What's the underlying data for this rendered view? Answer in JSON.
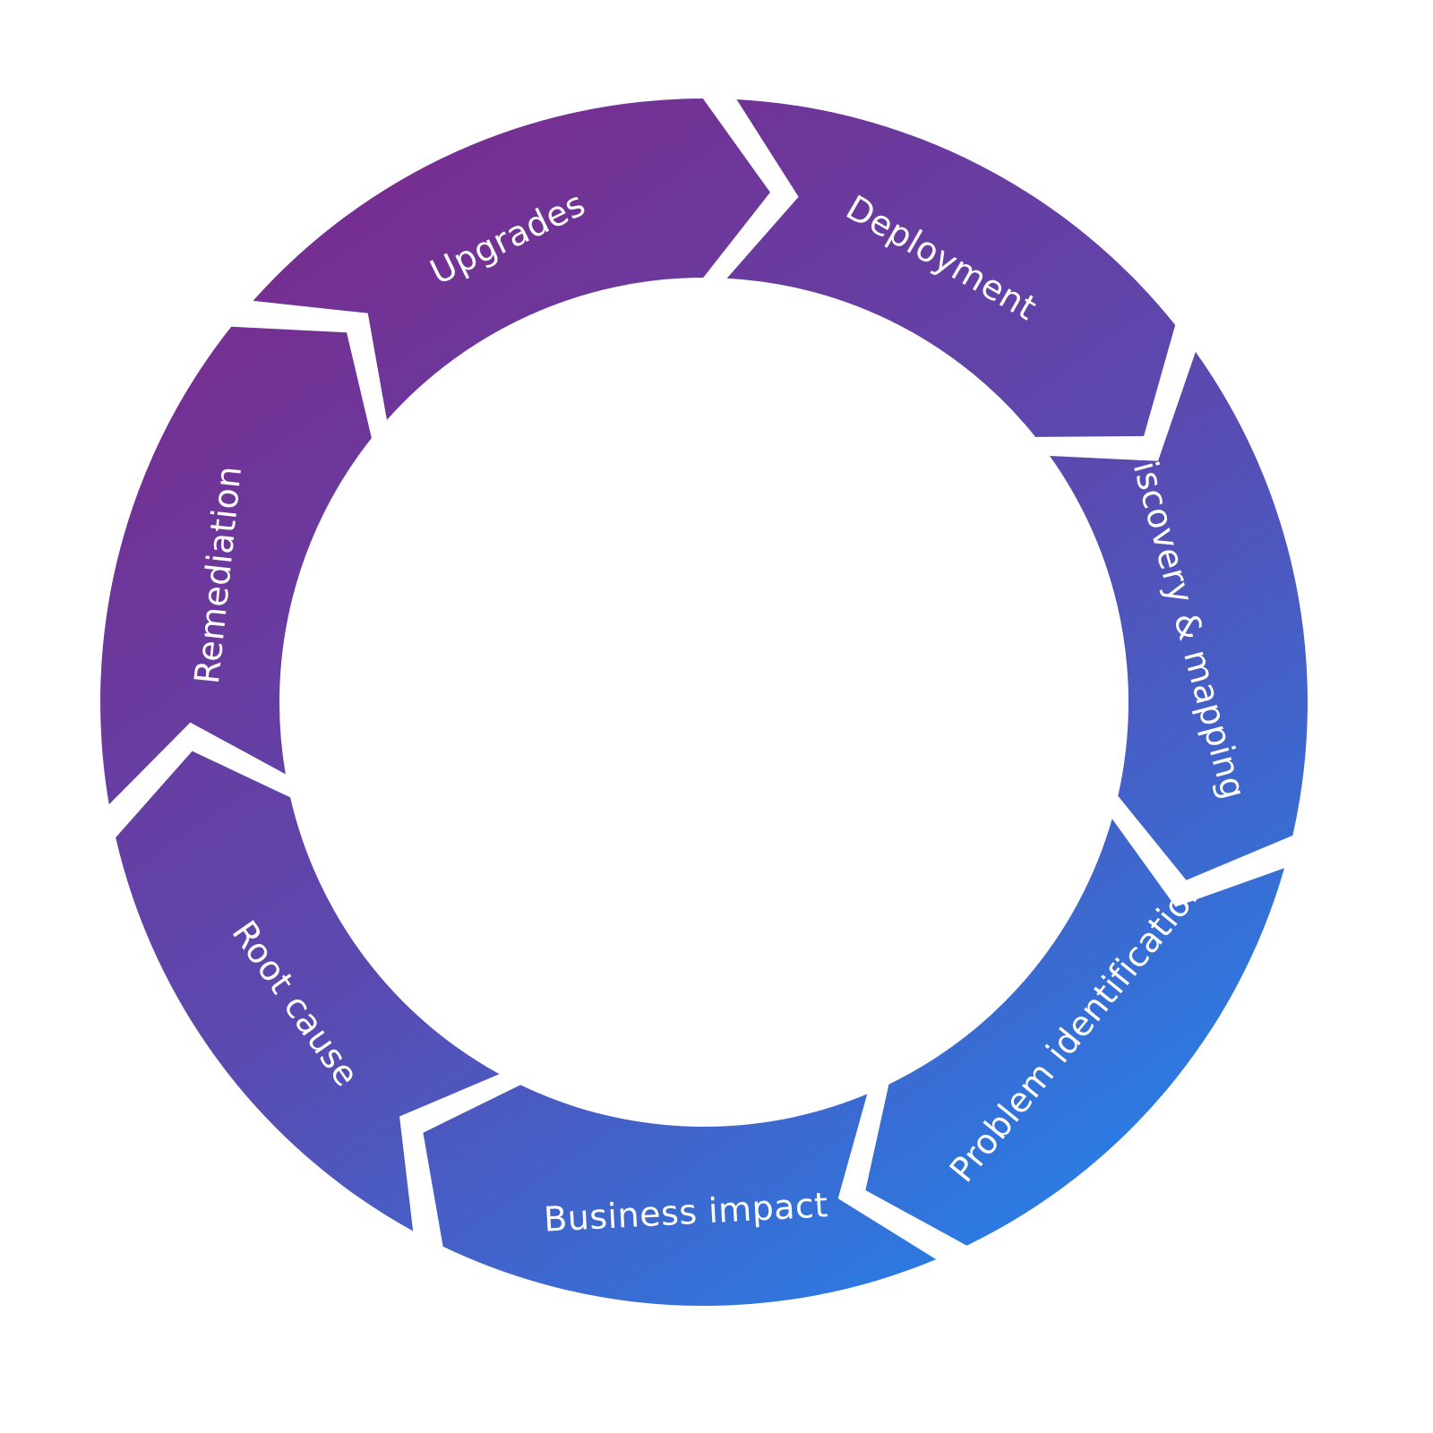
{
  "diagram": {
    "type": "cycle",
    "colors": {
      "gradient_start": "#7A2A8C",
      "gradient_mid": "#5A4AB0",
      "gradient_end": "#1E88F0",
      "label": "#FFFFFF",
      "background": "#FFFFFF"
    },
    "steps": [
      {
        "label": "Upgrades"
      },
      {
        "label": "Deployment"
      },
      {
        "label": "Discovery & mapping"
      },
      {
        "label": "Problem identification"
      },
      {
        "label": "Business impact"
      },
      {
        "label": "Root cause"
      },
      {
        "label": "Remediation"
      }
    ]
  }
}
